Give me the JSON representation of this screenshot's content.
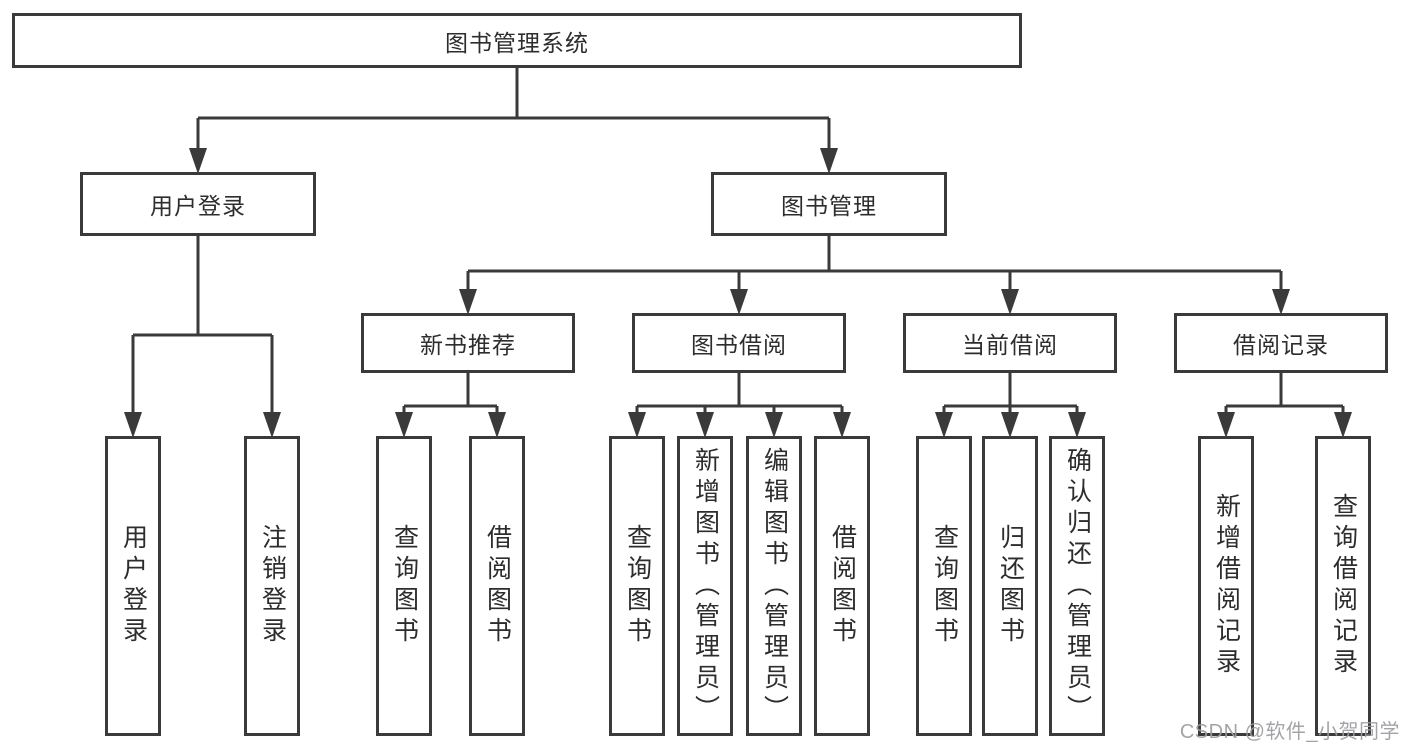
{
  "diagram": {
    "title": "图书管理系统",
    "watermark": "CSDN @软件_小贺同学",
    "colors": {
      "background": "#ffffff",
      "box_fill": "#ffffff",
      "border": "#3a3a3a",
      "line": "#3a3a3a",
      "text": "#2d2d2d",
      "watermark": "#9d9da1"
    },
    "nodes": [
      {
        "id": "root",
        "label": "图书管理系统",
        "level": 0,
        "orientation": "horizontal",
        "children": [
          "user-login",
          "book-mgmt"
        ]
      },
      {
        "id": "user-login",
        "label": "用户登录",
        "level": 1,
        "orientation": "horizontal",
        "children": [
          "login-v",
          "logout-v"
        ]
      },
      {
        "id": "book-mgmt",
        "label": "图书管理",
        "level": 1,
        "orientation": "horizontal",
        "children": [
          "new-books",
          "book-borrow",
          "current-borrow",
          "borrow-records"
        ]
      },
      {
        "id": "new-books",
        "label": "新书推荐",
        "level": 2,
        "orientation": "horizontal",
        "children": [
          "nb-query",
          "nb-borrow"
        ]
      },
      {
        "id": "book-borrow",
        "label": "图书借阅",
        "level": 2,
        "orientation": "horizontal",
        "children": [
          "bb-query",
          "bb-add",
          "bb-edit",
          "bb-borrow"
        ]
      },
      {
        "id": "current-borrow",
        "label": "当前借阅",
        "level": 2,
        "orientation": "horizontal",
        "children": [
          "cb-query",
          "cb-return",
          "cb-confirm"
        ]
      },
      {
        "id": "borrow-records",
        "label": "借阅记录",
        "level": 2,
        "orientation": "horizontal",
        "children": [
          "br-add",
          "br-query"
        ]
      },
      {
        "id": "login-v",
        "label": "用户登录",
        "level": 3,
        "orientation": "vertical",
        "children": []
      },
      {
        "id": "logout-v",
        "label": "注销登录",
        "level": 3,
        "orientation": "vertical",
        "children": []
      },
      {
        "id": "nb-query",
        "label": "查询图书",
        "level": 3,
        "orientation": "vertical",
        "children": []
      },
      {
        "id": "nb-borrow",
        "label": "借阅图书",
        "level": 3,
        "orientation": "vertical",
        "children": []
      },
      {
        "id": "bb-query",
        "label": "查询图书",
        "level": 3,
        "orientation": "vertical",
        "children": []
      },
      {
        "id": "bb-add",
        "label": "新增图书（管理员）",
        "level": 3,
        "orientation": "vertical",
        "children": []
      },
      {
        "id": "bb-edit",
        "label": "编辑图书（管理员）",
        "level": 3,
        "orientation": "vertical",
        "children": []
      },
      {
        "id": "bb-borrow",
        "label": "借阅图书",
        "level": 3,
        "orientation": "vertical",
        "children": []
      },
      {
        "id": "cb-query",
        "label": "查询图书",
        "level": 3,
        "orientation": "vertical",
        "children": []
      },
      {
        "id": "cb-return",
        "label": "归还图书",
        "level": 3,
        "orientation": "vertical",
        "children": []
      },
      {
        "id": "cb-confirm",
        "label": "确认归还（管理员）",
        "level": 3,
        "orientation": "vertical",
        "children": []
      },
      {
        "id": "br-add",
        "label": "新增借阅记录",
        "level": 3,
        "orientation": "vertical",
        "children": []
      },
      {
        "id": "br-query",
        "label": "查询借阅记录",
        "level": 3,
        "orientation": "vertical",
        "children": []
      }
    ]
  }
}
